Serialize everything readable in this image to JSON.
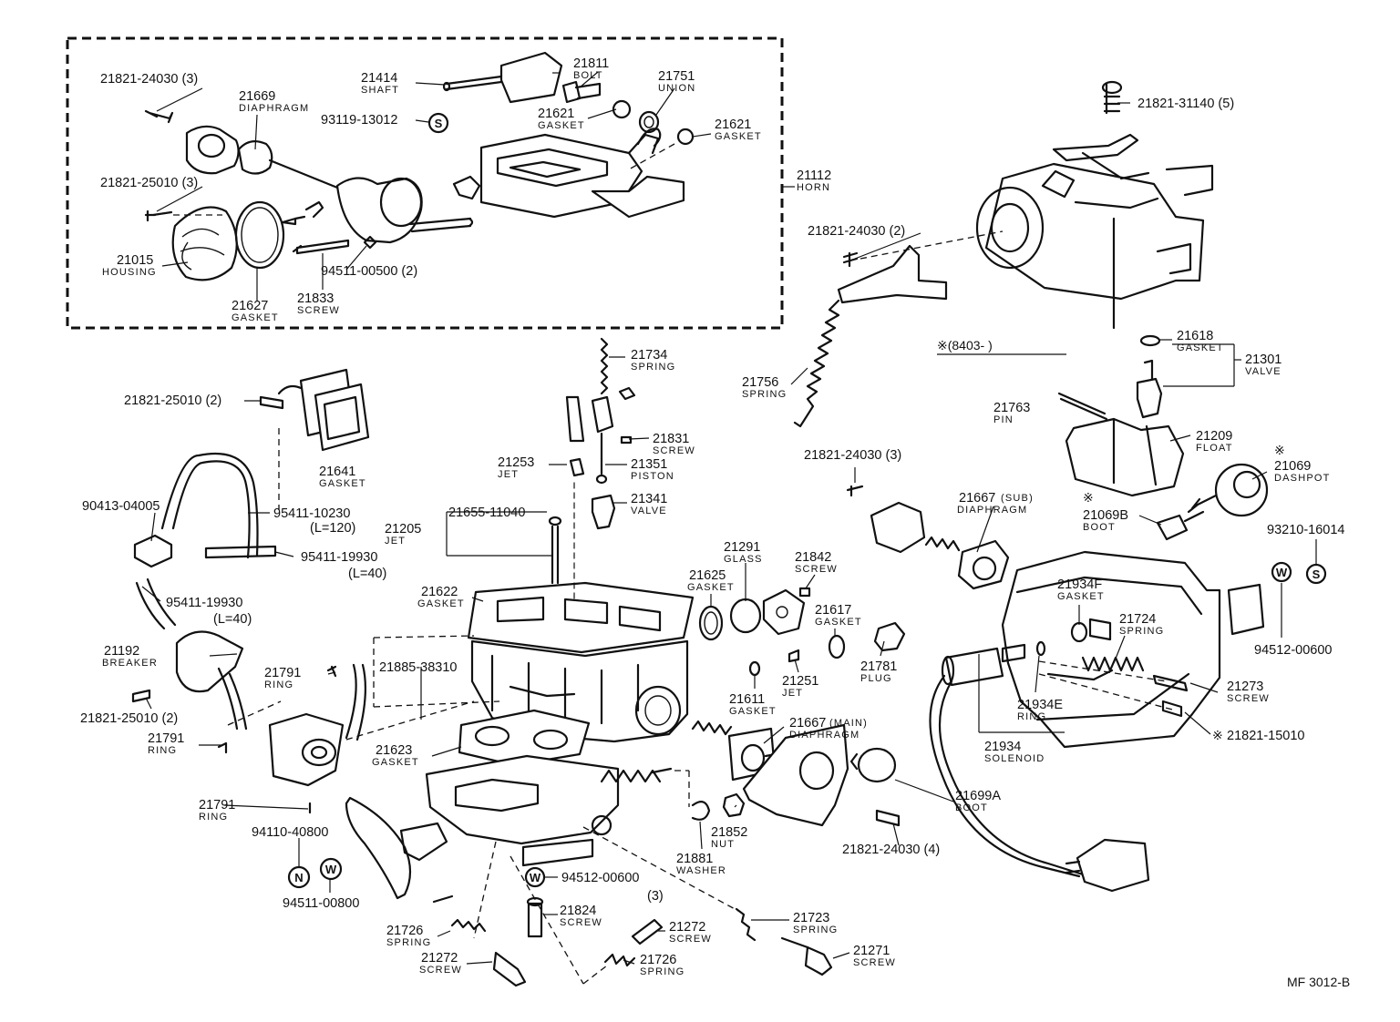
{
  "diagram": {
    "code": "MF 3012-B",
    "period_note": "※(8403-        )",
    "symbols": {
      "s": "S",
      "w": "W",
      "n": "N"
    },
    "labels": {
      "p21821_24030_3a": {
        "num": "21821-24030 (3)"
      },
      "p21669": {
        "num": "21669",
        "name": "DIAPHRAGM"
      },
      "p21414": {
        "num": "21414",
        "name": "SHAFT"
      },
      "p21811": {
        "num": "21811",
        "name": "BOLT"
      },
      "p21751": {
        "num": "21751",
        "name": "UNION"
      },
      "p93119": {
        "num": "93119-13012"
      },
      "p21621a": {
        "num": "21621",
        "name": "GASKET"
      },
      "p21621b": {
        "num": "21621",
        "name": "GASKET"
      },
      "p21821_25010_3": {
        "num": "21821-25010 (3)"
      },
      "p21112": {
        "num": "21112",
        "name": "HORN"
      },
      "p21015": {
        "num": "21015",
        "name": "HOUSING"
      },
      "p94511_00500": {
        "num": "94511-00500 (2)"
      },
      "p21627": {
        "num": "21627",
        "name": "GASKET"
      },
      "p21833": {
        "num": "21833",
        "name": "SCREW"
      },
      "p21821_31140": {
        "num": "21821-31140 (5)"
      },
      "p21821_24030_2": {
        "num": "21821-24030 (2)"
      },
      "p21756": {
        "num": "21756",
        "name": "SPRING"
      },
      "p21618": {
        "num": "21618",
        "name": "GASKET"
      },
      "p21301": {
        "num": "21301",
        "name": "VALVE"
      },
      "p21763": {
        "num": "21763",
        "name": "PIN"
      },
      "p21209": {
        "num": "21209",
        "name": "FLOAT"
      },
      "p21069": {
        "num": "21069",
        "name": "DASHPOT",
        "mark": "※"
      },
      "p21069b": {
        "num": "21069B",
        "name": "BOOT",
        "mark": "※"
      },
      "p93210": {
        "num": "93210-16014"
      },
      "p21734": {
        "num": "21734",
        "name": "SPRING"
      },
      "p21821_25010_2a": {
        "num": "21821-25010 (2)"
      },
      "p21641": {
        "num": "21641",
        "name": "GASKET"
      },
      "p21831": {
        "num": "21831",
        "name": "SCREW"
      },
      "p21253": {
        "num": "21253",
        "name": "JET"
      },
      "p21351": {
        "num": "21351",
        "name": "PISTON"
      },
      "p21341": {
        "num": "21341",
        "name": "VALVE"
      },
      "p90413": {
        "num": "90413-04005"
      },
      "p95411_10230": {
        "num": "95411-10230",
        "note": "(L=120)"
      },
      "p95411_19930a": {
        "num": "95411-19930",
        "note": "(L=40)"
      },
      "p95411_19930b": {
        "num": "95411-19930",
        "note": "(L=40)"
      },
      "p21205": {
        "num": "21205",
        "name": "JET"
      },
      "p21655": {
        "num": "21655-11040"
      },
      "p21821_24030_3b": {
        "num": "21821-24030 (3)"
      },
      "p21667sub": {
        "num": "21667",
        "suffix": "(SUB)",
        "name": "DIAPHRAGM"
      },
      "p21291": {
        "num": "21291",
        "name": "GLASS"
      },
      "p21842": {
        "num": "21842",
        "name": "SCREW"
      },
      "p21625": {
        "num": "21625",
        "name": "GASKET"
      },
      "p21622": {
        "num": "21622",
        "name": "GASKET"
      },
      "p21617": {
        "num": "21617",
        "name": "GASKET"
      },
      "p21934f": {
        "num": "21934F",
        "name": "GASKET"
      },
      "p21724": {
        "num": "21724",
        "name": "SPRING"
      },
      "p94512_00600a": {
        "num": "94512-00600"
      },
      "p21192": {
        "num": "21192",
        "name": "BREAKER"
      },
      "p21781": {
        "num": "21781",
        "name": "PLUG"
      },
      "p21251": {
        "num": "21251",
        "name": "JET"
      },
      "p21791a": {
        "num": "21791",
        "name": "RING"
      },
      "p21885": {
        "num": "21885-38310"
      },
      "p21821_25010_2b": {
        "num": "21821-25010 (2)"
      },
      "p21611": {
        "num": "21611",
        "name": "GASKET"
      },
      "p21667main": {
        "num": "21667",
        "suffix": "(MAIN)",
        "name": "DIAPHRAGM"
      },
      "p21273": {
        "num": "21273",
        "name": "SCREW"
      },
      "p21934e": {
        "num": "21934E",
        "name": "RING"
      },
      "p21821_15010": {
        "num": "21821-15010",
        "mark": "※"
      },
      "p21791b": {
        "num": "21791",
        "name": "RING"
      },
      "p21623": {
        "num": "21623",
        "name": "GASKET"
      },
      "p21934": {
        "num": "21934",
        "name": "SOLENOID"
      },
      "p21699a": {
        "num": "21699A",
        "name": "BOOT"
      },
      "p21791c": {
        "num": "21791",
        "name": "RING"
      },
      "p21852": {
        "num": "21852",
        "name": "NUT"
      },
      "p94110": {
        "num": "94110-40800"
      },
      "p21881": {
        "num": "21881",
        "name": "WASHER"
      },
      "p21821_24030_4": {
        "num": "21821-24030 (4)"
      },
      "p94512_00600b": {
        "num": "94512-00600"
      },
      "p94511_00800": {
        "num": "94511-00800"
      },
      "p21824": {
        "num": "21824",
        "name": "SCREW"
      },
      "p21272a": {
        "num": "21272",
        "name": "SCREW",
        "qty": "(3)"
      },
      "p21723": {
        "num": "21723",
        "name": "SPRING"
      },
      "p21726a": {
        "num": "21726",
        "name": "SPRING"
      },
      "p21271": {
        "num": "21271",
        "name": "SCREW"
      },
      "p21272b": {
        "num": "21272",
        "name": "SCREW"
      },
      "p21726b": {
        "num": "21726",
        "name": "SPRING"
      }
    }
  }
}
